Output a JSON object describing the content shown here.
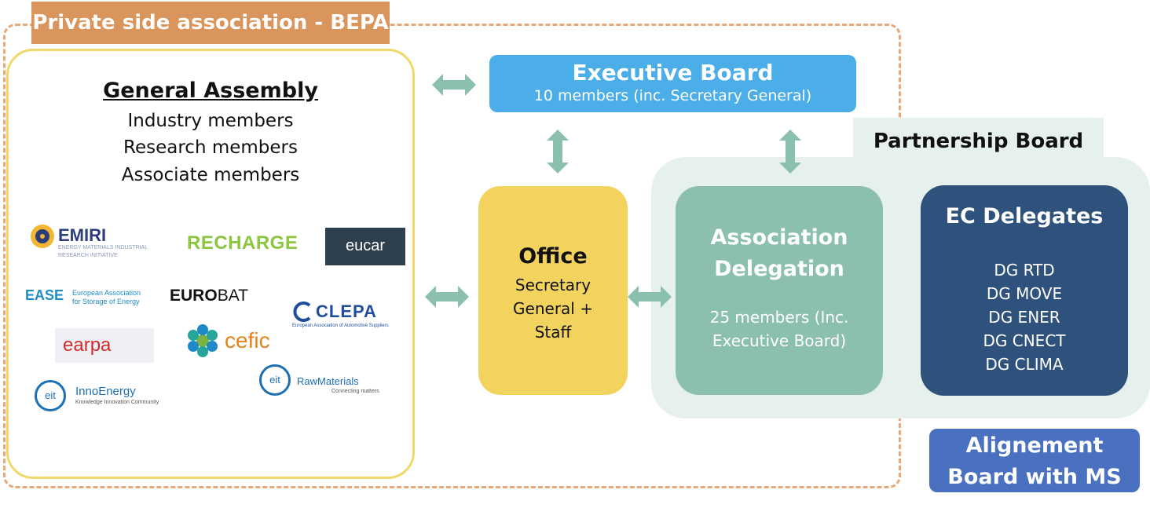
{
  "bepa": {
    "label": "Private side association - BEPA"
  },
  "general_assembly": {
    "title": "General Assembly",
    "members": [
      "Industry members",
      "Research members",
      "Associate members"
    ]
  },
  "logos": {
    "emiri": {
      "name": "EMIRI",
      "sub1": "ENERGY MATERIALS INDUSTRIAL",
      "sub2": "RESEARCH INITIATIVE"
    },
    "recharge": {
      "name": "RECHARGE"
    },
    "eucar": {
      "name": "eucar"
    },
    "ease": {
      "name": "EASE",
      "sub1": "European Association",
      "sub2": "for Storage of Energy"
    },
    "eurobat": {
      "bold": "EURO",
      "rest": "BAT"
    },
    "clepa": {
      "name": "CLEPA",
      "sub": "European Association of Automotive Suppliers"
    },
    "earpa": {
      "name": "earpa"
    },
    "cefic": {
      "name": "cefic"
    },
    "innoenergy": {
      "badge": "eit",
      "name": "InnoEnergy",
      "sub": "Knowledge Innovation Community"
    },
    "rawmaterials": {
      "badge": "eit",
      "name": "RawMaterials",
      "sub": "Connecting matters"
    }
  },
  "executive_board": {
    "title": "Executive Board",
    "subtitle": "10 members (inc. Secretary General)"
  },
  "partnership_board": {
    "label": "Partnership Board"
  },
  "office": {
    "title": "Office",
    "subtitle_lines": [
      "Secretary",
      "General +",
      "Staff"
    ]
  },
  "association_delegation": {
    "title_lines": [
      "Association",
      "Delegation"
    ],
    "subtitle_lines": [
      "25 members (Inc.",
      "Executive Board)"
    ]
  },
  "ec_delegates": {
    "title": "EC Delegates",
    "items": [
      "DG RTD",
      "DG MOVE",
      "DG ENER",
      "DG CNECT",
      "DG CLIMA"
    ]
  },
  "alignment_board": {
    "lines": [
      "Alignement",
      "Board with MS"
    ]
  },
  "colors": {
    "bepa_tag": "#d9955b",
    "dashed_border": "#e8a878",
    "assembly_border": "#f1d86a",
    "executive_board": "#4baee8",
    "office": "#f2d35e",
    "association": "#8bbfae",
    "ec_delegates": "#2f527c",
    "alignment": "#4a70c0",
    "partnership_bg": "#e6f0ed",
    "arrow": "#8bbfae"
  }
}
